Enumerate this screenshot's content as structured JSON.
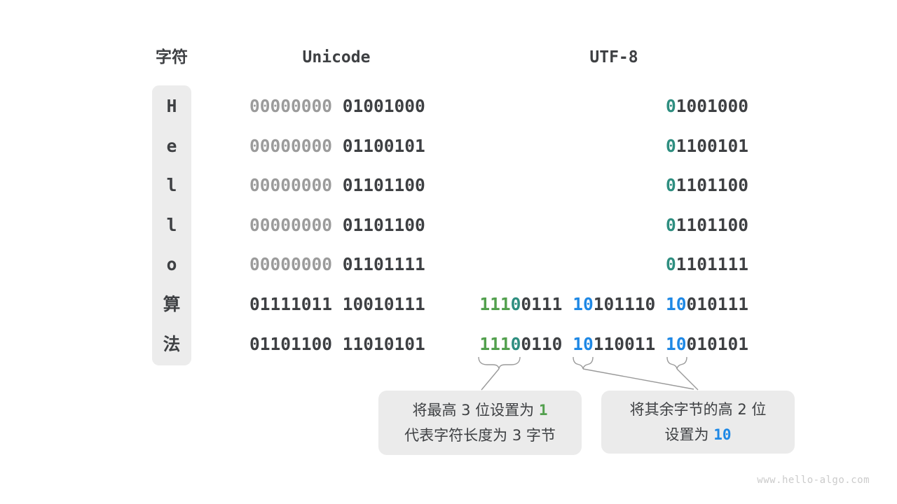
{
  "header": {
    "char": "字符",
    "unicode": "Unicode",
    "utf8": "UTF-8"
  },
  "colors": {
    "dark": "#3e4043",
    "gray": "#9b9b9b",
    "teal": "#2e8e80",
    "green": "#53a04e",
    "blue": "#1e88e5",
    "box_bg": "#ebebeb",
    "pill_bg": "#ececec",
    "line": "#9a9a9a",
    "watermark_color": "#cbcbcb"
  },
  "rows": [
    {
      "char": "H",
      "unicode": [
        {
          "text": "00000000",
          "color": "gray"
        },
        {
          "text": " 01001000",
          "color": "dark"
        }
      ],
      "utf8": [
        {
          "text": "0",
          "color": "teal"
        },
        {
          "text": "1001000",
          "color": "dark"
        }
      ]
    },
    {
      "char": "e",
      "unicode": [
        {
          "text": "00000000",
          "color": "gray"
        },
        {
          "text": " 01100101",
          "color": "dark"
        }
      ],
      "utf8": [
        {
          "text": "0",
          "color": "teal"
        },
        {
          "text": "1100101",
          "color": "dark"
        }
      ]
    },
    {
      "char": "l",
      "unicode": [
        {
          "text": "00000000",
          "color": "gray"
        },
        {
          "text": " 01101100",
          "color": "dark"
        }
      ],
      "utf8": [
        {
          "text": "0",
          "color": "teal"
        },
        {
          "text": "1101100",
          "color": "dark"
        }
      ]
    },
    {
      "char": "l",
      "unicode": [
        {
          "text": "00000000",
          "color": "gray"
        },
        {
          "text": " 01101100",
          "color": "dark"
        }
      ],
      "utf8": [
        {
          "text": "0",
          "color": "teal"
        },
        {
          "text": "1101100",
          "color": "dark"
        }
      ]
    },
    {
      "char": "o",
      "unicode": [
        {
          "text": "00000000",
          "color": "gray"
        },
        {
          "text": " 01101111",
          "color": "dark"
        }
      ],
      "utf8": [
        {
          "text": "0",
          "color": "teal"
        },
        {
          "text": "1101111",
          "color": "dark"
        }
      ]
    },
    {
      "char": "算",
      "unicode": [
        {
          "text": "01111011 10010111",
          "color": "dark"
        }
      ],
      "utf8": [
        {
          "text": "111",
          "color": "green"
        },
        {
          "text": "0",
          "color": "teal"
        },
        {
          "text": "0111 ",
          "color": "dark"
        },
        {
          "text": "10",
          "color": "blue"
        },
        {
          "text": "101110 ",
          "color": "dark"
        },
        {
          "text": "10",
          "color": "blue"
        },
        {
          "text": "010111",
          "color": "dark"
        }
      ]
    },
    {
      "char": "法",
      "unicode": [
        {
          "text": "01101100 11010101",
          "color": "dark"
        }
      ],
      "utf8": [
        {
          "text": "111",
          "color": "green"
        },
        {
          "text": "0",
          "color": "teal"
        },
        {
          "text": "0110 ",
          "color": "dark"
        },
        {
          "text": "10",
          "color": "blue"
        },
        {
          "text": "110011 ",
          "color": "dark"
        },
        {
          "text": "10",
          "color": "blue"
        },
        {
          "text": "010101",
          "color": "dark"
        }
      ]
    }
  ],
  "callouts": {
    "left": {
      "line1": [
        {
          "text": "将最高 3 位设置为 ",
          "color": "dark"
        },
        {
          "text": "1",
          "color": "green"
        }
      ],
      "line2": [
        {
          "text": "代表字符长度为 3 字节",
          "color": "dark"
        }
      ]
    },
    "right": {
      "line1": [
        {
          "text": "将其余字节的高 2 位",
          "color": "dark"
        }
      ],
      "line2": [
        {
          "text": "设置为 ",
          "color": "dark"
        },
        {
          "text": "10",
          "color": "blue"
        }
      ]
    }
  },
  "watermark": "www.hello-algo.com"
}
